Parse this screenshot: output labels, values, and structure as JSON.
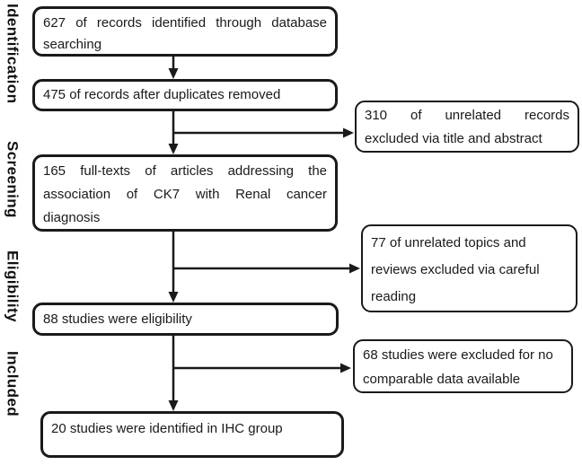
{
  "palette": {
    "ink": "#1a1a1a",
    "background": "#ffffff"
  },
  "stages": [
    {
      "label": "Identification"
    },
    {
      "label": "Screening"
    },
    {
      "label": "Eligibility"
    },
    {
      "label": "Included"
    }
  ],
  "flow": {
    "box_identified": {
      "line1": "627 of records identified through database",
      "line2": "searching"
    },
    "box_duplicates": {
      "line1": "475 of records after duplicates removed"
    },
    "box_fulltext": {
      "line1": "165 full-texts of articles addressing the",
      "line2": "association of CK7 with Renal cancer",
      "line3": "diagnosis"
    },
    "box_eligible": {
      "line1": "88 studies were eligibility"
    },
    "box_included": {
      "line1": "20 studies were identified in IHC group"
    }
  },
  "exclusions": {
    "box_title_abstract": {
      "line1": "310 of unrelated records",
      "line2": "excluded via title and abstract"
    },
    "box_careful_reading": {
      "line1": "77 of unrelated topics and",
      "line2": "reviews excluded via careful",
      "line3": "reading"
    },
    "box_no_data": {
      "line1": "68 studies were excluded for no",
      "line2": "comparable data available"
    }
  }
}
